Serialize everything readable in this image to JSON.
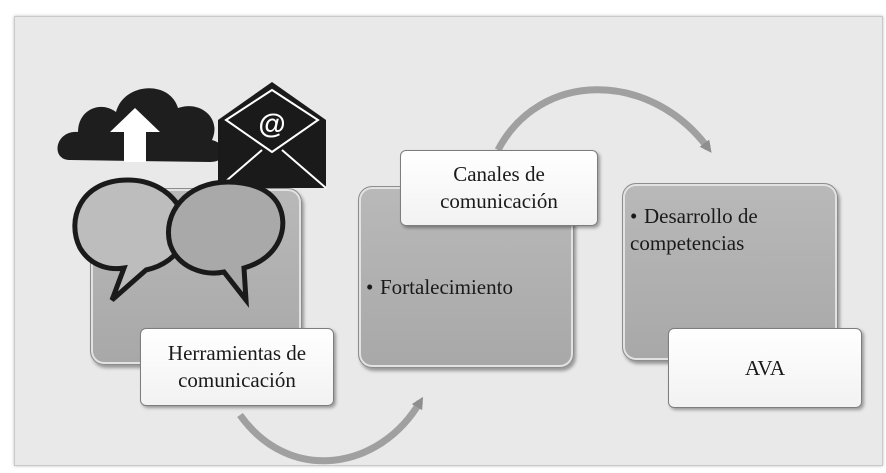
{
  "diagram": {
    "step1": {
      "caption": "Herramientas de comunicación"
    },
    "step2": {
      "caption": "Canales de comunicación",
      "bullet": "Fortalecimiento"
    },
    "step3": {
      "bullet": "Desarrollo de competencias",
      "caption": "AVA"
    },
    "icons": [
      "cloud-upload-icon",
      "email-envelope-icon",
      "speech-bubbles-icon"
    ],
    "colors": {
      "box_fill": "#aeaeae",
      "caption_fill": "#ffffff",
      "background": "#e9e9e9",
      "arrow": "#9a9a9a"
    }
  }
}
